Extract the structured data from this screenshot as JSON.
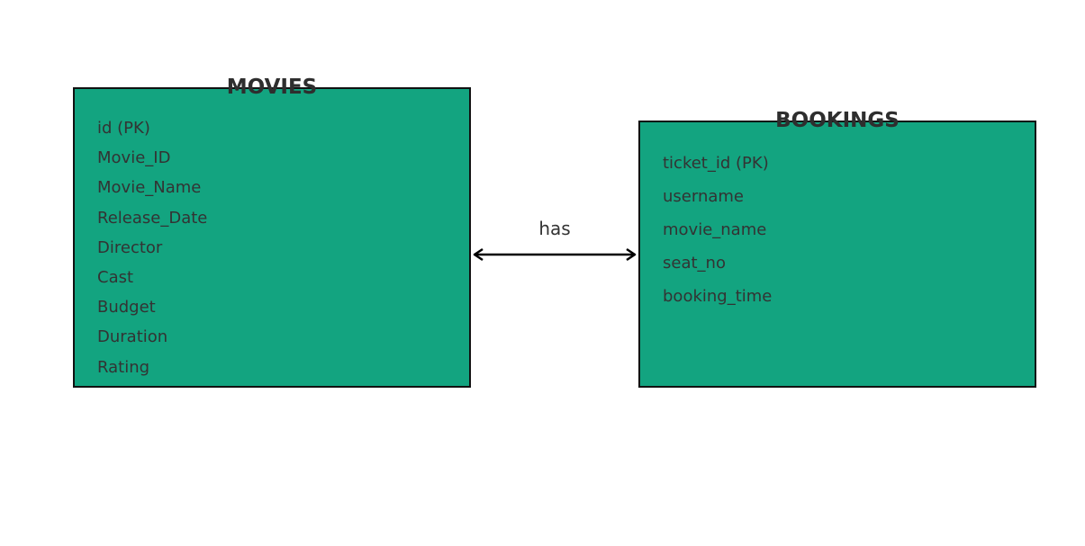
{
  "colors": {
    "entity_fill": "#13a480",
    "entity_border": "#111111",
    "text": "#333333",
    "arrow": "#000000"
  },
  "entities": {
    "movies": {
      "title": "MOVIES",
      "attributes": [
        "id (PK)",
        "Movie_ID",
        "Movie_Name",
        "Release_Date",
        "Director",
        "Cast",
        "Budget",
        "Duration",
        "Rating"
      ]
    },
    "bookings": {
      "title": "BOOKINGS",
      "attributes": [
        "ticket_id (PK)",
        "username",
        "movie_name",
        "seat_no",
        "booking_time"
      ]
    }
  },
  "relationship": {
    "label": "has",
    "arrow": "double-headed"
  }
}
